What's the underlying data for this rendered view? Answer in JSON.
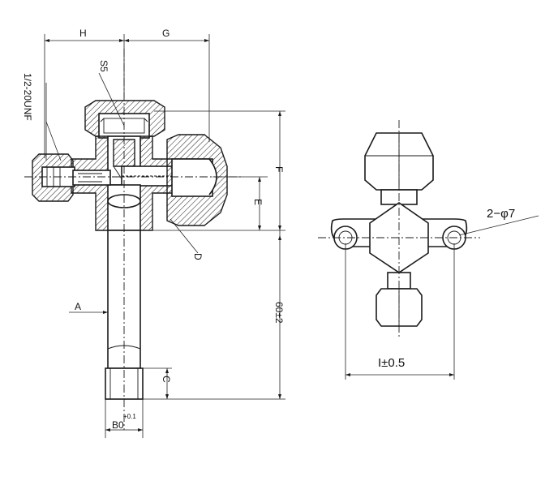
{
  "labels": {
    "H": "H",
    "G": "G",
    "thread": "1/2-20UNF",
    "s5": "S5",
    "F": "F",
    "E": "E",
    "D": "D",
    "A": "A",
    "length": "60±2",
    "C": "C",
    "B0": "B0",
    "B0_tol": "+0.1",
    "holes": "2−φ7",
    "I_tol": "I±0.5"
  }
}
